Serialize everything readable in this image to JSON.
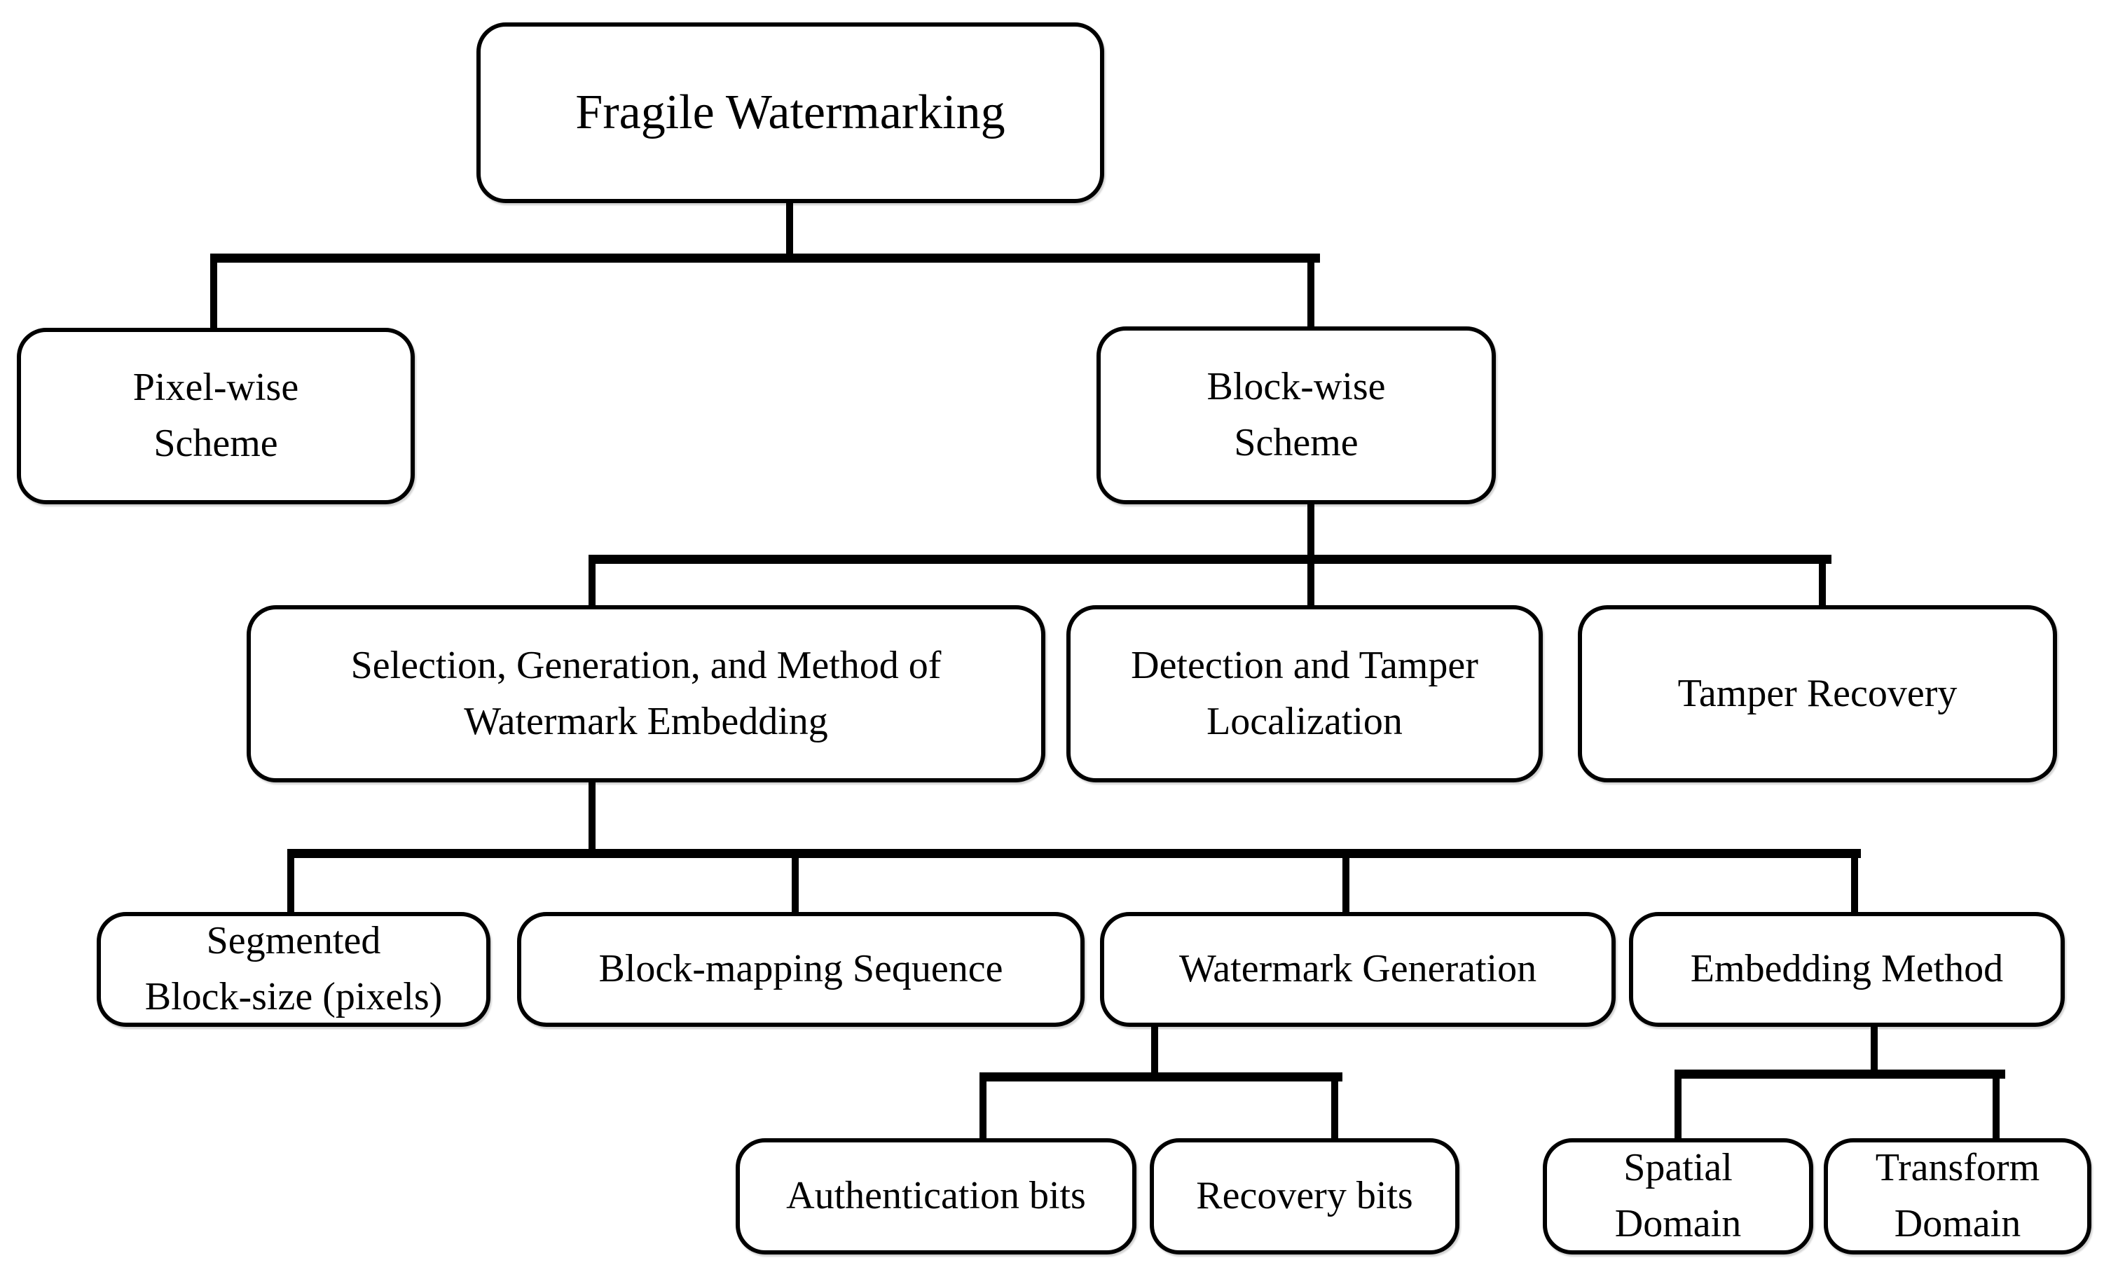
{
  "diagram": {
    "type": "tree",
    "title": "Fragile Watermarking",
    "colors": {
      "background": "#ffffff",
      "box_fill": "#ffffff",
      "box_border": "#000000",
      "connector": "#000000",
      "text": "#000000"
    },
    "nodes": {
      "fragile": {
        "label": "Fragile Watermarking",
        "lines": [
          "Fragile Watermarking"
        ]
      },
      "pixel_wise": {
        "label": "Pixel-wise Scheme",
        "lines": [
          "Pixel-wise",
          "Scheme"
        ]
      },
      "block_wise": {
        "label": "Block-wise Scheme",
        "lines": [
          "Block-wise",
          "Scheme"
        ]
      },
      "selection": {
        "label": "Selection, Generation, and Method of Watermark Embedding",
        "lines": [
          "Selection, Generation, and Method of",
          "Watermark Embedding"
        ]
      },
      "detection": {
        "label": "Detection and Tamper Localization",
        "lines": [
          "Detection and Tamper",
          "Localization"
        ]
      },
      "tamper_recovery": {
        "label": "Tamper Recovery",
        "lines": [
          "Tamper Recovery"
        ]
      },
      "segmented": {
        "label": "Segmented Block-size (pixels)",
        "lines": [
          "Segmented",
          "Block-size (pixels)"
        ]
      },
      "block_mapping": {
        "label": "Block-mapping Sequence",
        "lines": [
          "Block-mapping Sequence"
        ]
      },
      "watermark_generation": {
        "label": "Watermark Generation",
        "lines": [
          "Watermark Generation"
        ]
      },
      "embedding_method": {
        "label": "Embedding Method",
        "lines": [
          "Embedding Method"
        ]
      },
      "authentication_bits": {
        "label": "Authentication bits",
        "lines": [
          "Authentication bits"
        ]
      },
      "recovery_bits": {
        "label": "Recovery bits",
        "lines": [
          "Recovery bits"
        ]
      },
      "spatial_domain": {
        "label": "Spatial Domain",
        "lines": [
          "Spatial",
          "Domain"
        ]
      },
      "transform_domain": {
        "label": "Transform Domain",
        "lines": [
          "Transform",
          "Domain"
        ]
      }
    },
    "edges": [
      {
        "from": "Fragile Watermarking",
        "to": "Pixel-wise Scheme"
      },
      {
        "from": "Fragile Watermarking",
        "to": "Block-wise Scheme"
      },
      {
        "from": "Block-wise Scheme",
        "to": "Selection, Generation, and Method of Watermark Embedding"
      },
      {
        "from": "Block-wise Scheme",
        "to": "Detection and Tamper Localization"
      },
      {
        "from": "Block-wise Scheme",
        "to": "Tamper Recovery"
      },
      {
        "from": "Selection, Generation, and Method of Watermark Embedding",
        "to": "Segmented Block-size (pixels)"
      },
      {
        "from": "Selection, Generation, and Method of Watermark Embedding",
        "to": "Block-mapping Sequence"
      },
      {
        "from": "Selection, Generation, and Method of Watermark Embedding",
        "to": "Watermark Generation"
      },
      {
        "from": "Selection, Generation, and Method of Watermark Embedding",
        "to": "Embedding Method"
      },
      {
        "from": "Watermark Generation",
        "to": "Authentication bits"
      },
      {
        "from": "Watermark Generation",
        "to": "Recovery bits"
      },
      {
        "from": "Embedding Method",
        "to": "Spatial Domain"
      },
      {
        "from": "Embedding Method",
        "to": "Transform Domain"
      }
    ]
  }
}
